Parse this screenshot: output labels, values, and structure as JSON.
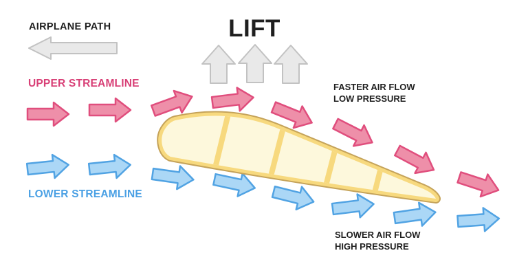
{
  "diagram": {
    "title": "LIFT",
    "labels": {
      "airplane_path": "AIRPLANE PATH",
      "upper_streamline": "UPPER STREAMLINE",
      "lower_streamline": "LOWER STREAMLINE",
      "faster_line1": "FASTER AIR FLOW",
      "faster_line2": "LOW PRESSURE",
      "slower_line1": "SLOWER AIR FLOW",
      "slower_line2": "HIGH PRESSURE"
    },
    "icons": {
      "airplane_path_arrow": "left-arrow-icon",
      "lift_arrow": "up-arrow-icon",
      "upper_streamline_arrow": "right-arrow-icon",
      "lower_streamline_arrow": "right-arrow-icon"
    },
    "colors": {
      "background": "#ffffff",
      "text_dark": "#1f1f1f",
      "upper_text": "#d83f76",
      "lower_text": "#4aa0e4",
      "upper_arrow_fill": "#ee8fa9",
      "upper_arrow_stroke": "#e04e7d",
      "lower_arrow_fill": "#abd7f6",
      "lower_arrow_stroke": "#51a3e3",
      "neutral_arrow_fill": "#e9e9e9",
      "neutral_arrow_stroke": "#c2c2c2",
      "airfoil_fill": "#fdf8dc",
      "airfoil_band": "#f7d97e",
      "airfoil_rim": "#c5a35a"
    }
  }
}
